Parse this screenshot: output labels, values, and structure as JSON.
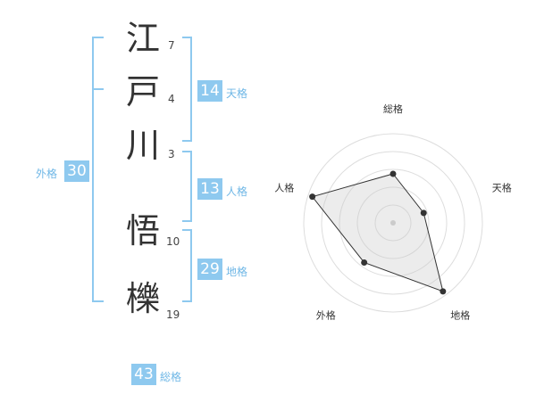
{
  "name": {
    "chars": [
      {
        "char": "江",
        "strokes": "7"
      },
      {
        "char": "戸",
        "strokes": "4"
      },
      {
        "char": "川",
        "strokes": "3"
      },
      {
        "char": "悟",
        "strokes": "10"
      },
      {
        "char": "櫟",
        "strokes": "19"
      }
    ]
  },
  "fortune": {
    "tenkaku": {
      "value": "14",
      "label": "天格"
    },
    "jinkaku": {
      "value": "13",
      "label": "人格"
    },
    "chikaku": {
      "value": "29",
      "label": "地格"
    },
    "gaikaku": {
      "value": "30",
      "label": "外格"
    },
    "soukaku": {
      "value": "43",
      "label": "総格"
    }
  },
  "radar": {
    "axes": [
      "総格",
      "天格",
      "地格",
      "外格",
      "人格"
    ],
    "values": [
      0.55,
      0.36,
      0.95,
      0.55,
      0.95
    ],
    "accent": "#8ec9ef"
  }
}
